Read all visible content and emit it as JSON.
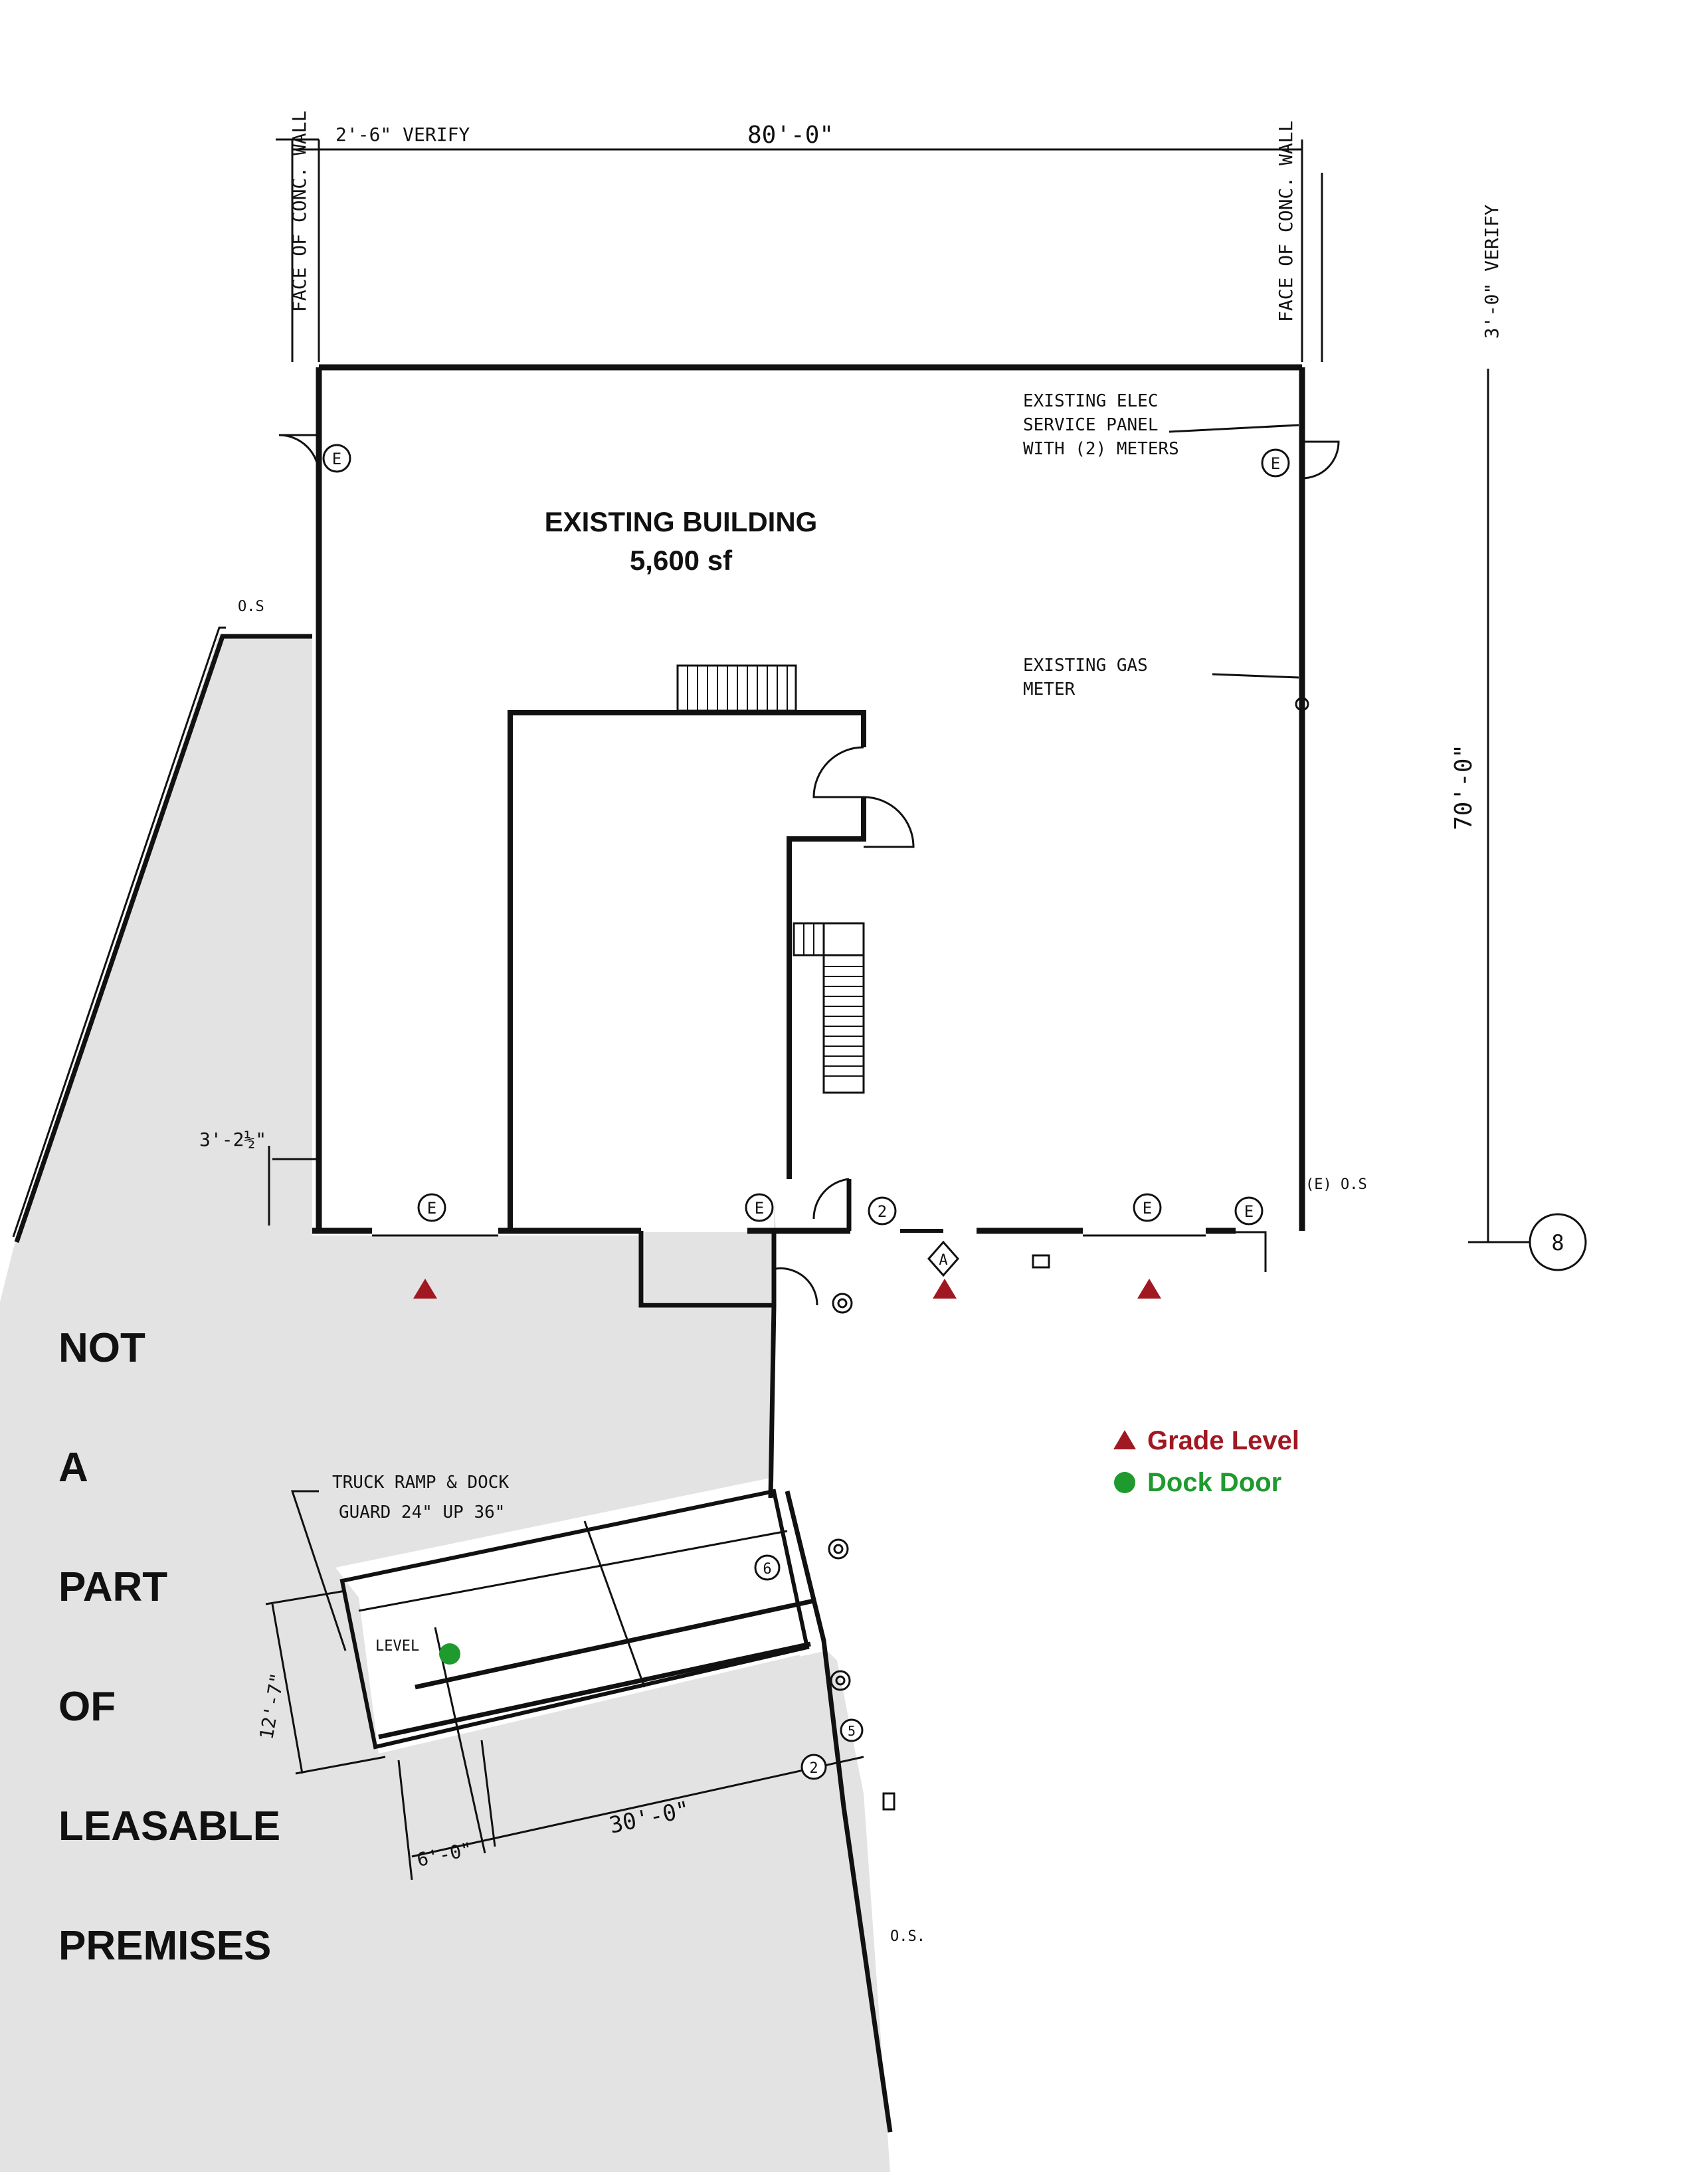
{
  "building": {
    "title": "EXISTING BUILDING",
    "area": "5,600 sf"
  },
  "dimensions": {
    "top_offset": "2'-6\" VERIFY",
    "top_width": "80'-0\"",
    "right_offset": "3'-0\" VERIFY",
    "right_depth": "70'-0\"",
    "left_small": "3'-2½\"",
    "dock_depth": "12'-7\"",
    "dock_length": "30'-0\"",
    "dock_width": "6'-0\""
  },
  "notes": {
    "face_left": "FACE OF CONC. WALL",
    "face_right": "FACE OF CONC. WALL",
    "elec_line1": "EXISTING ELEC",
    "elec_line2": "SERVICE PANEL",
    "elec_line3": "WITH (2) METERS",
    "gas_line1": "EXISTING GAS",
    "gas_line2": "METER",
    "truck_line1": "TRUCK RAMP & DOCK",
    "truck_line2": "GUARD 24\" UP 36\"",
    "level": "LEVEL",
    "os_top": "O.S",
    "os_right": "(E) O.S",
    "os_bottom": "O.S."
  },
  "grid": {
    "bubble": "8"
  },
  "tags": {
    "e": "E",
    "two": "2",
    "a": "A",
    "six": "6",
    "five": "5"
  },
  "not_leasable": [
    "NOT",
    "A",
    "PART",
    "OF",
    "LEASABLE",
    "PREMISES"
  ],
  "legend": {
    "grade": "Grade Level",
    "dock": "Dock Door",
    "grade_color": "#a01822",
    "dock_color": "#1e9a2e"
  }
}
